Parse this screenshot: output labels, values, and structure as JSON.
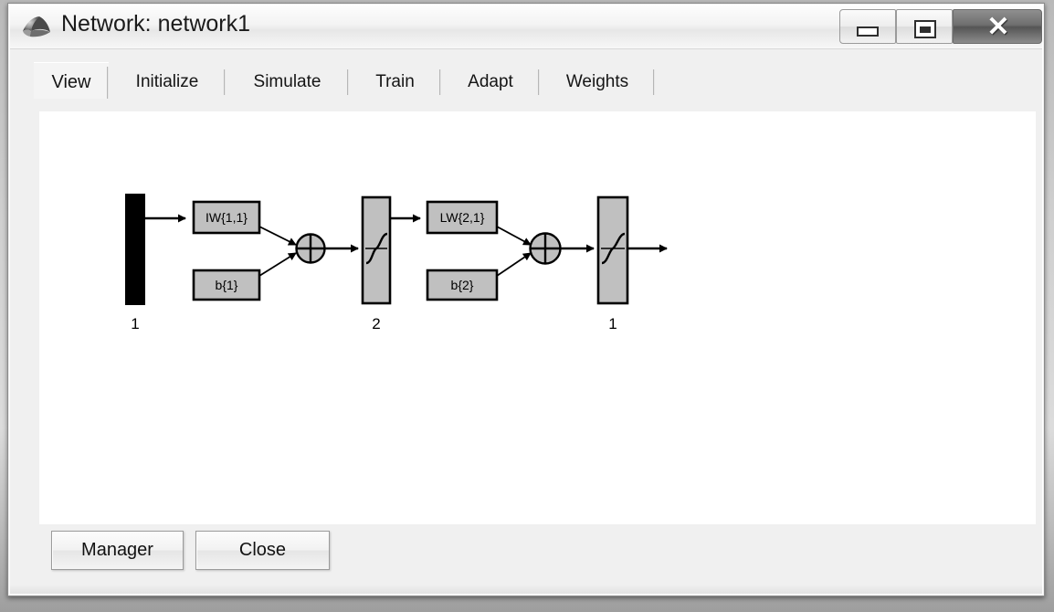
{
  "window": {
    "title": "Network: network1",
    "icon": "matlab-membrane-icon",
    "controls": {
      "minimize": "minimize-icon",
      "maximize": "maximize-icon",
      "close": "✕"
    }
  },
  "tabs": [
    {
      "label": "View",
      "active": true
    },
    {
      "label": "Initialize",
      "active": false
    },
    {
      "label": "Simulate",
      "active": false
    },
    {
      "label": "Train",
      "active": false
    },
    {
      "label": "Adapt",
      "active": false
    },
    {
      "label": "Weights",
      "active": false
    }
  ],
  "diagram": {
    "title": "neural-network-architecture",
    "input_label": "1",
    "layer1": {
      "weight_label": "IW{1,1}",
      "bias_label": "b{1}",
      "sum_symbol": "+",
      "transfer_function": "sigmoid",
      "size_label": "2"
    },
    "layer2": {
      "weight_label": "LW{2,1}",
      "bias_label": "b{2}",
      "sum_symbol": "+",
      "transfer_function": "sigmoid",
      "size_label": "1"
    },
    "colors": {
      "block_fill": "#c0c0c0",
      "block_stroke": "#000000",
      "input_fill": "#000000",
      "canvas": "#ffffff"
    }
  },
  "footer": {
    "manager_label": "Manager",
    "close_label": "Close"
  }
}
